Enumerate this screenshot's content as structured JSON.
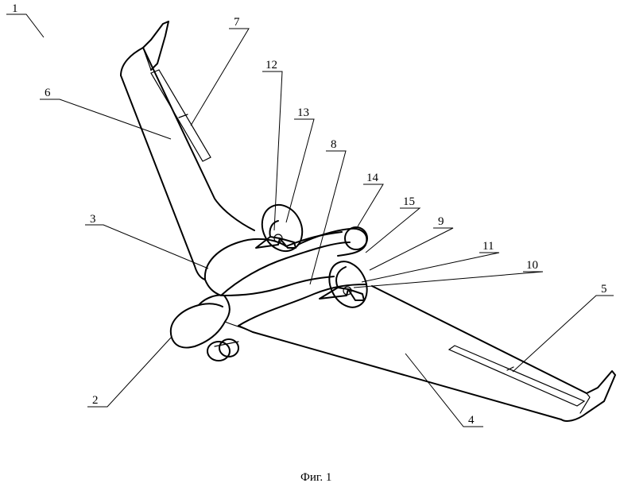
{
  "caption": "Фиг. 1",
  "labels": {
    "l1": "1",
    "l2": "2",
    "l3": "3",
    "l4": "4",
    "l5": "5",
    "l6": "6",
    "l7": "7",
    "l8": "8",
    "l9": "9",
    "l10": "10",
    "l11": "11",
    "l12": "12",
    "l13": "13",
    "l14": "14",
    "l15": "15"
  }
}
